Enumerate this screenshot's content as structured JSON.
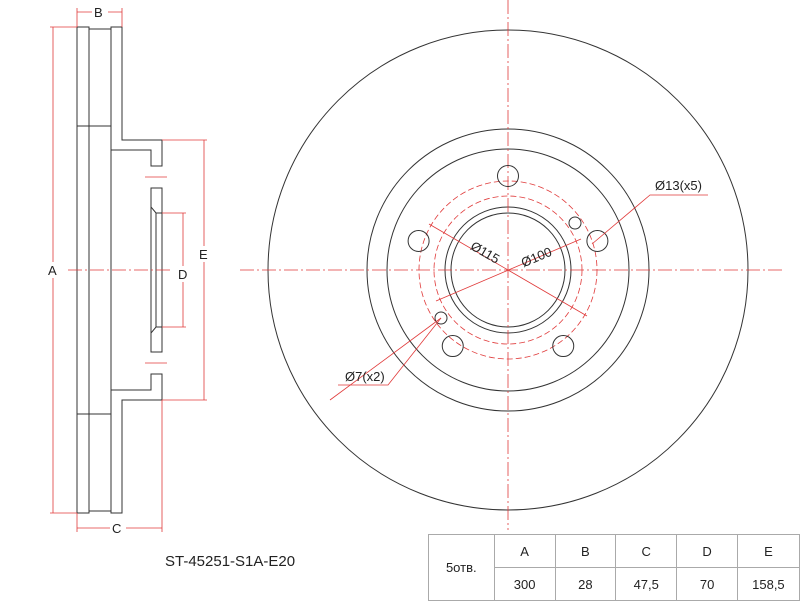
{
  "drawing": {
    "side_labels": {
      "a": "A",
      "b": "B",
      "c": "C",
      "d": "D",
      "e": "E"
    },
    "front_labels": {
      "d115": "Ø115",
      "d100": "Ø100",
      "bolt_holes": "Ø13(x5)",
      "small_holes": "Ø7(x2)"
    },
    "colors": {
      "dimension": "#e03a3a",
      "outline": "#333333"
    }
  },
  "part_number": "ST-45251-S1A-E20",
  "spec_table": {
    "row_label": "5отв.",
    "headers": [
      "A",
      "B",
      "C",
      "D",
      "E"
    ],
    "values": [
      "300",
      "28",
      "47,5",
      "70",
      "158,5"
    ]
  }
}
